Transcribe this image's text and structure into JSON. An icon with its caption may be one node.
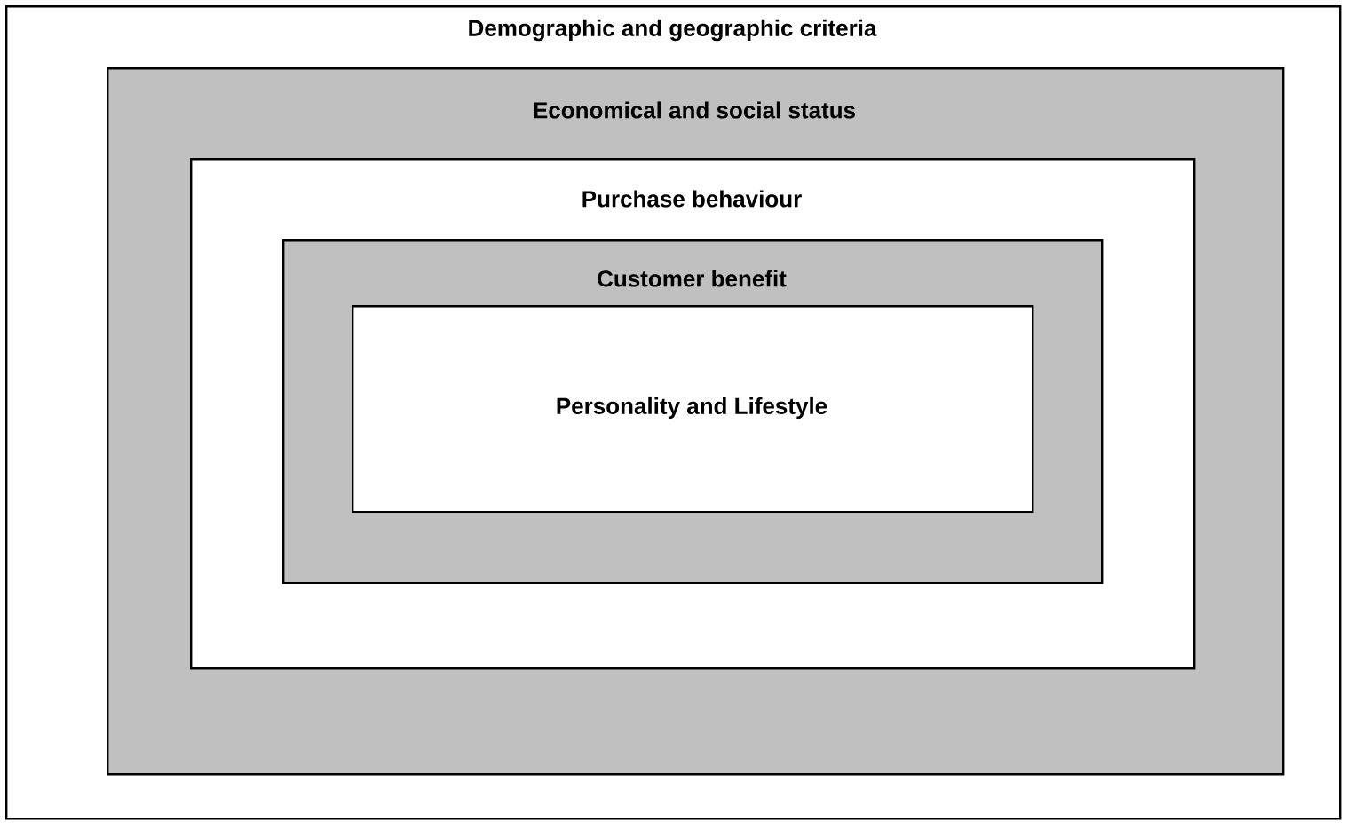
{
  "diagram": {
    "nodes": [
      {
        "text": [
          "Demographic and geographic criteria"
        ]
      },
      {
        "text": [
          "Economical and social status"
        ],
        "in": 0
      },
      {
        "text": [
          "Purchase behaviour"
        ],
        "in": 1
      },
      {
        "text": [
          "Customer benefit"
        ],
        "in": 2
      },
      {
        "text": [
          "Personality and Lifestyle"
        ],
        "in": 3
      }
    ]
  }
}
